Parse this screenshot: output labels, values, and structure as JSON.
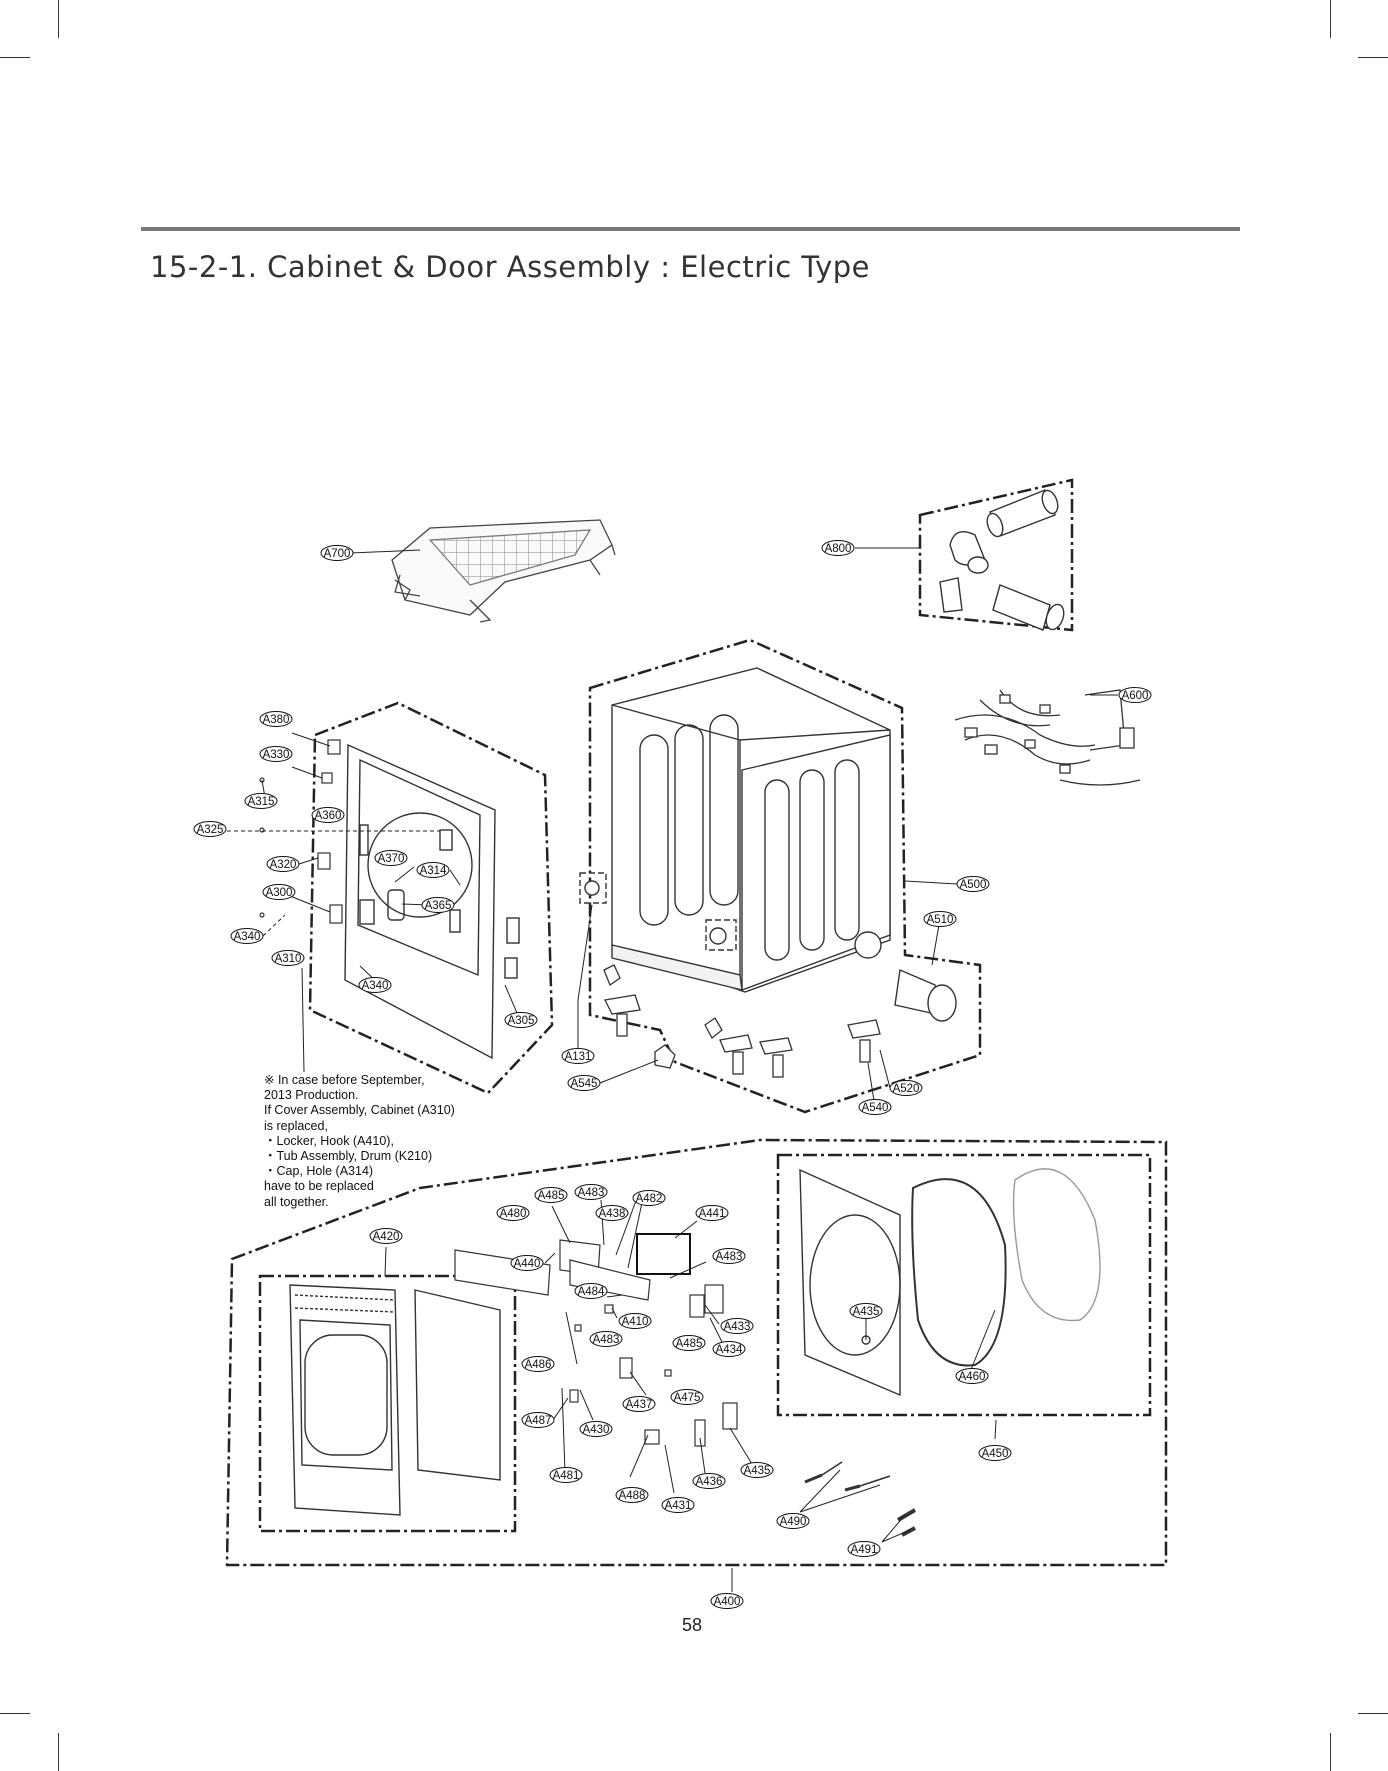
{
  "title": "15-2-1. Cabinet & Door Assembly : Electric Type",
  "page_number": "58",
  "note": {
    "lines": [
      "※  In case before September,",
      "2013 Production.",
      "If Cover Assembly, Cabinet (A310)",
      "is replaced,",
      "・Locker, Hook (A410),",
      "・Tub Assembly, Drum (K210)",
      "・Cap, Hole (A314)",
      "have to be replaced",
      "all together."
    ]
  },
  "parts": {
    "A700": "A700",
    "A800": "A800",
    "A600": "A600",
    "A500": "A500",
    "A510": "A510",
    "A520": "A520",
    "A540": "A540",
    "A545": "A545",
    "A131": "A131",
    "A380": "A380",
    "A330": "A330",
    "A315": "A315",
    "A360": "A360",
    "A325": "A325",
    "A320": "A320",
    "A370": "A370",
    "A314": "A314",
    "A300": "A300",
    "A365": "A365",
    "A340": "A340",
    "A310": "A310",
    "A305": "A305",
    "A485": "A485",
    "A483": "A483",
    "A482": "A482",
    "A480": "A480",
    "A438": "A438",
    "A441": "A441",
    "A420": "A420",
    "A440": "A440",
    "A484": "A484",
    "A410": "A410",
    "A433": "A433",
    "A434": "A434",
    "A486": "A486",
    "A437": "A437",
    "A475": "A475",
    "A487": "A487",
    "A430": "A430",
    "A481": "A481",
    "A488": "A488",
    "A431": "A431",
    "A436": "A436",
    "A435": "A435",
    "A460": "A460",
    "A450": "A450",
    "A490": "A490",
    "A491": "A491",
    "A400": "A400"
  }
}
